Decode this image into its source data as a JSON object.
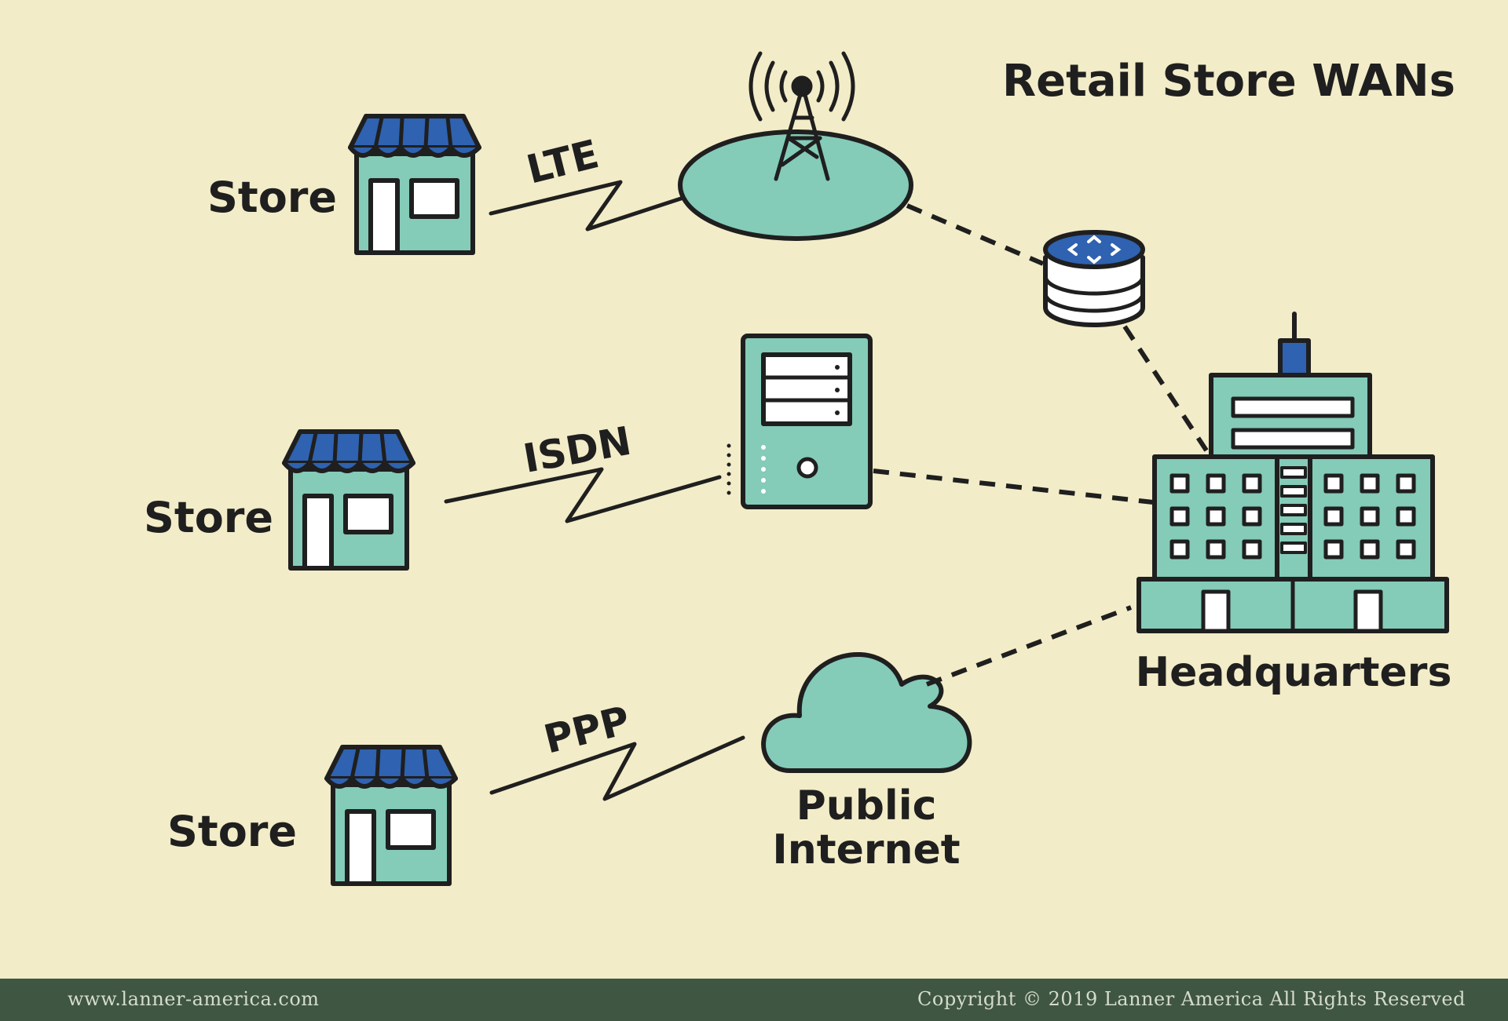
{
  "title": "Retail Store WANs",
  "stores": [
    {
      "label": "Store",
      "link": "LTE"
    },
    {
      "label": "Store",
      "link": "ISDN"
    },
    {
      "label": "Store",
      "link": "PPP"
    }
  ],
  "cloud": {
    "line1": "Public",
    "line2": "Internet"
  },
  "headquarters": {
    "label": "Headquarters"
  },
  "footer": {
    "website": "www.lanner-america.com",
    "copyright": "Copyright © 2019 Lanner America All Rights Reserved"
  },
  "colors": {
    "background": "#f2ecc8",
    "teal": "#84cbb8",
    "blue": "#2f62b0",
    "ink": "#1f1f1f",
    "footer": "#3f5642"
  }
}
